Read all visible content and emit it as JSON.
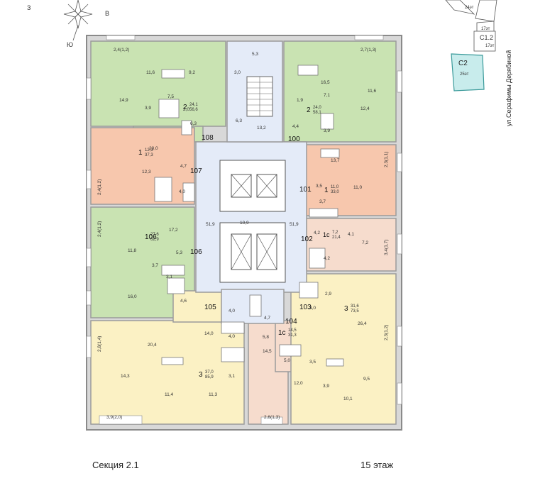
{
  "compass": {
    "west": "З",
    "east": "В",
    "south": "Ю"
  },
  "site": {
    "street": "ул.Серафимы Дерябиной",
    "buildings": [
      {
        "name": "",
        "floors": "24эт"
      },
      {
        "name": "",
        "floors": "17эт"
      },
      {
        "name": "С1.2",
        "floors": "17эт"
      },
      {
        "name": "С2",
        "floors": "25эт"
      }
    ]
  },
  "colors": {
    "green": "#c9e3b2",
    "salmon": "#f7c7ad",
    "yellow": "#fbf1c4",
    "pink": "#f6dccd",
    "corridor": "#e4ebf8",
    "wall": "#9b9b9b",
    "highlight": "#c8ecec",
    "highlight_border": "#3a9a9a"
  },
  "apartments": [
    {
      "number": "108",
      "rooms": "2",
      "area_living": "24,1",
      "area_total": "56,6"
    },
    {
      "number": "107",
      "rooms": "1",
      "area_living": "12,3",
      "area_total": "37,3"
    },
    {
      "number": "106",
      "rooms": "2",
      "area_living": "27,6",
      "area_total": "62,9"
    },
    {
      "number": "105",
      "rooms": "3",
      "area_living": "37,0",
      "area_total": "85,9"
    },
    {
      "number": "104",
      "rooms": "1с",
      "area_living": "14,5",
      "area_total": "31,3"
    },
    {
      "number": "103",
      "rooms": "3",
      "area_living": "31,6",
      "area_total": "73,5"
    },
    {
      "number": "102",
      "rooms": "1с",
      "area_living": "7,2",
      "area_total": "21,4"
    },
    {
      "number": "101",
      "rooms": "1",
      "area_living": "11,0",
      "area_total": "33,0"
    },
    {
      "number": "100",
      "rooms": "2",
      "area_living": "24,0",
      "area_total": "58,1"
    }
  ],
  "room_areas": [
    "2,4(1,2)",
    "11,6",
    "9,2",
    "14,9",
    "7,5",
    "3,9",
    "2,0",
    "6,3",
    "20,0",
    "4,7",
    "12,3",
    "2,4(1,2)",
    "4,0",
    "2,4(1,2)",
    "17,2",
    "11,8",
    "5,3",
    "3,7",
    "3,1",
    "16,0",
    "4,6",
    "20,4",
    "2,8(1,4)",
    "14,0",
    "4,0",
    "4,0",
    "14,3",
    "3,1",
    "11,4",
    "11,3",
    "3,9(2,0)",
    "4,7",
    "5,8",
    "14,5",
    "5,0",
    "2,6(1,3)",
    "26,4",
    "2,9",
    "4,0",
    "2,3(1,2)",
    "3,5",
    "12,0",
    "3,9",
    "9,5",
    "10,1",
    "4,2",
    "4,1",
    "7,2",
    "3,4(1,7)",
    "4,2",
    "13,7",
    "2,3(1,1)",
    "3,5",
    "11,0",
    "3,7",
    "2,7(1,3)",
    "16,5",
    "7,1",
    "11,6",
    "1,9",
    "12,4",
    "4,4",
    "3,9",
    "5,3",
    "3,0",
    "6,3",
    "13,2",
    "10,9",
    "51,9",
    "51,9"
  ],
  "section": "Секция 2.1",
  "floor": "15 этаж"
}
